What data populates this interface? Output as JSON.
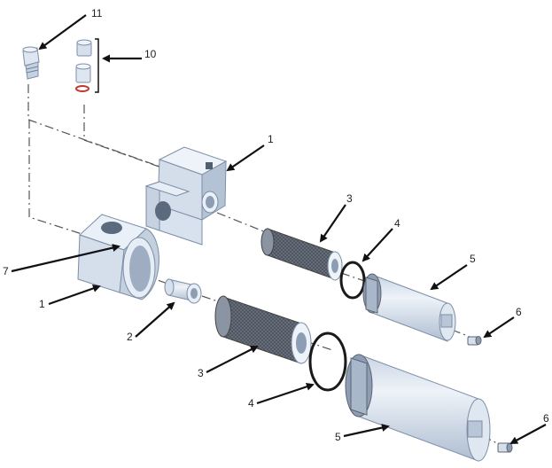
{
  "diagram": {
    "labels": [
      {
        "id": "label-11",
        "text": "11"
      },
      {
        "id": "label-10",
        "text": "10"
      },
      {
        "id": "label-1-top",
        "text": "1"
      },
      {
        "id": "label-3-top",
        "text": "3"
      },
      {
        "id": "label-4-top",
        "text": "4"
      },
      {
        "id": "label-5-top",
        "text": "5"
      },
      {
        "id": "label-6-top",
        "text": "6"
      },
      {
        "id": "label-7",
        "text": "7"
      },
      {
        "id": "label-1-bottom",
        "text": "1"
      },
      {
        "id": "label-2",
        "text": "2"
      },
      {
        "id": "label-3-bottom",
        "text": "3"
      },
      {
        "id": "label-4-bottom",
        "text": "4"
      },
      {
        "id": "label-5-bottom",
        "text": "5"
      },
      {
        "id": "label-6-bottom",
        "text": "6"
      }
    ]
  },
  "colors": {
    "part_light": "#e3ebf5",
    "part_mid": "#c3d0e0",
    "part_dark": "#8d9db3",
    "filter_dark": "#5d6470",
    "seal": "#1a1a1a",
    "arrow": "#111111"
  }
}
